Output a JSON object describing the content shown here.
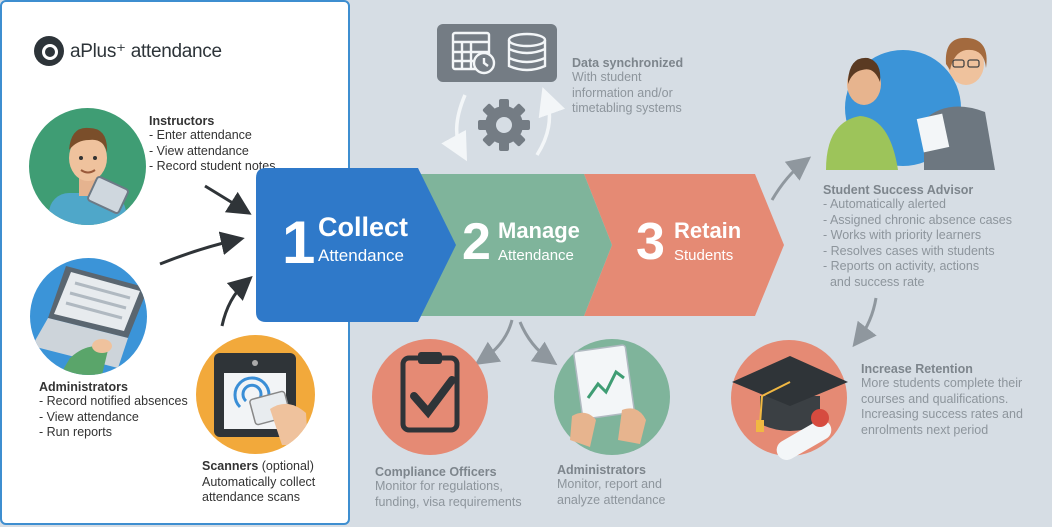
{
  "logo": {
    "text": "aPlus⁺ attendance"
  },
  "instructors": {
    "title": "Instructors",
    "lines": [
      "- Enter attendance",
      "- View attendance",
      "- Record student notes"
    ]
  },
  "administrators_left": {
    "title": "Administrators",
    "lines": [
      "- Record notified absences",
      "- View attendance",
      "- Run reports"
    ]
  },
  "scanners": {
    "title": "Scanners",
    "suffix": " (optional)",
    "lines": [
      "Automatically collect",
      "attendance scans"
    ]
  },
  "steps": [
    {
      "num": "1",
      "word1": "Collect",
      "word2": "Attendance",
      "color": "#2f79c9"
    },
    {
      "num": "2",
      "word1": "Manage",
      "word2": "Attendance",
      "color": "#7fb49b"
    },
    {
      "num": "3",
      "word1": "Retain",
      "word2": "Students",
      "color": "#e58a74"
    }
  ],
  "data_sync": {
    "title": "Data synchronized",
    "lines": [
      "With student",
      "information and/or",
      "timetabling systems"
    ]
  },
  "advisor": {
    "title": "Student Success Advisor",
    "lines": [
      "- Automatically alerted",
      "- Assigned chronic absence cases",
      "- Works with priority learners",
      "- Resolves cases with students",
      "- Reports on activity, actions",
      "  and success rate"
    ]
  },
  "retention": {
    "title": "Increase Retention",
    "lines": [
      "More students complete their",
      "courses and qualifications.",
      "Increasing success rates and",
      "enrolments next period"
    ]
  },
  "compliance": {
    "title": "Compliance Officers",
    "lines": [
      "Monitor for regulations,",
      "funding, visa requirements"
    ]
  },
  "administrators_right": {
    "title": "Administrators",
    "lines": [
      "Monitor, report and",
      "analyze attendance"
    ]
  },
  "colors": {
    "panel_border": "#3e8ed0",
    "background": "#d6dde4",
    "text_dark": "#333333",
    "text_grey": "#8d959c"
  },
  "icons": [
    "person-instructor-icon",
    "laptop-icon",
    "scanner-icon",
    "calendar-clock-icon",
    "database-icon",
    "gear-icon",
    "clipboard-check-icon",
    "report-chart-icon",
    "advisor-people-icon",
    "graduation-cap-icon"
  ]
}
